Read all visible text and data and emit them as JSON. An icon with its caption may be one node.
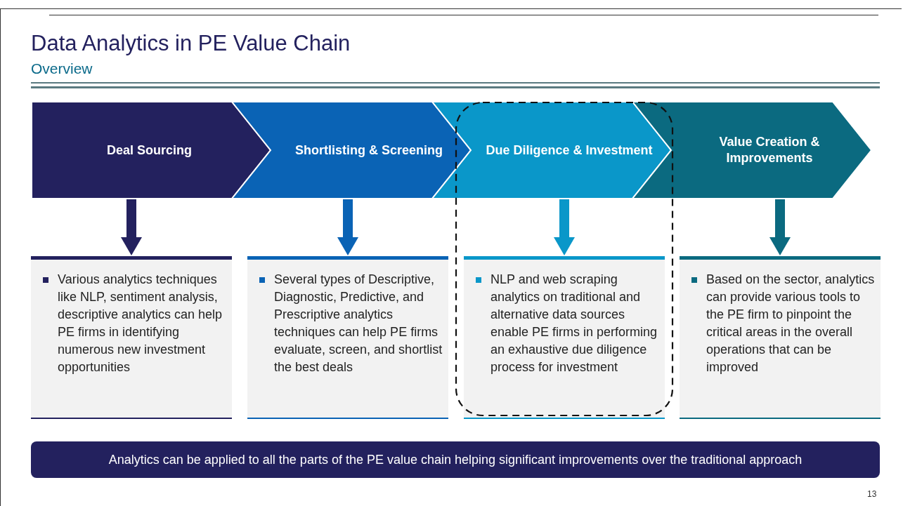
{
  "diagram": {
    "title": "Data Analytics in PE Value Chain",
    "nodes": [
      {
        "text": [
          "Deal Sourcing"
        ]
      },
      {
        "text": [
          "Shortlisting & Screening"
        ]
      },
      {
        "text": [
          "Due Diligence & Investment"
        ]
      },
      {
        "text": [
          "Value Creation & Improvements"
        ]
      },
      {
        "text": [
          "Various analytics techniques like NLP, sentiment analysis, descriptive analytics can help PE firms in identifying numerous new investment opportunities"
        ]
      },
      {
        "text": [
          "Several types of Descriptive, Diagnostic, Predictive, and Prescriptive analytics techniques can help PE firms evaluate, screen, and shortlist the best deals"
        ]
      },
      {
        "text": [
          "NLP and web scraping analytics on traditional and alternative data sources enable PE firms in performing an exhaustive due diligence process for investment"
        ]
      },
      {
        "text": [
          "Based on the sector, analytics can provide various tools to the PE firm to pinpoint the critical areas in the overall operations that can be improved"
        ]
      },
      {
        "text": [
          "Analytics can be applied to all the parts of the PE value chain helping significant improvements over the traditional approach"
        ]
      }
    ],
    "edges": [
      {
        "from": 0,
        "to": 4,
        "arrow": "to",
        "color": "#23215e"
      },
      {
        "from": 1,
        "to": 5,
        "arrow": "to",
        "color": "#0a63b5"
      },
      {
        "from": 2,
        "to": 6,
        "arrow": "to",
        "color": "#0a97c9"
      },
      {
        "from": 3,
        "to": 7,
        "arrow": "to",
        "color": "#0b6a80"
      }
    ],
    "labels": [
      "Overview",
      "13"
    ]
  }
}
